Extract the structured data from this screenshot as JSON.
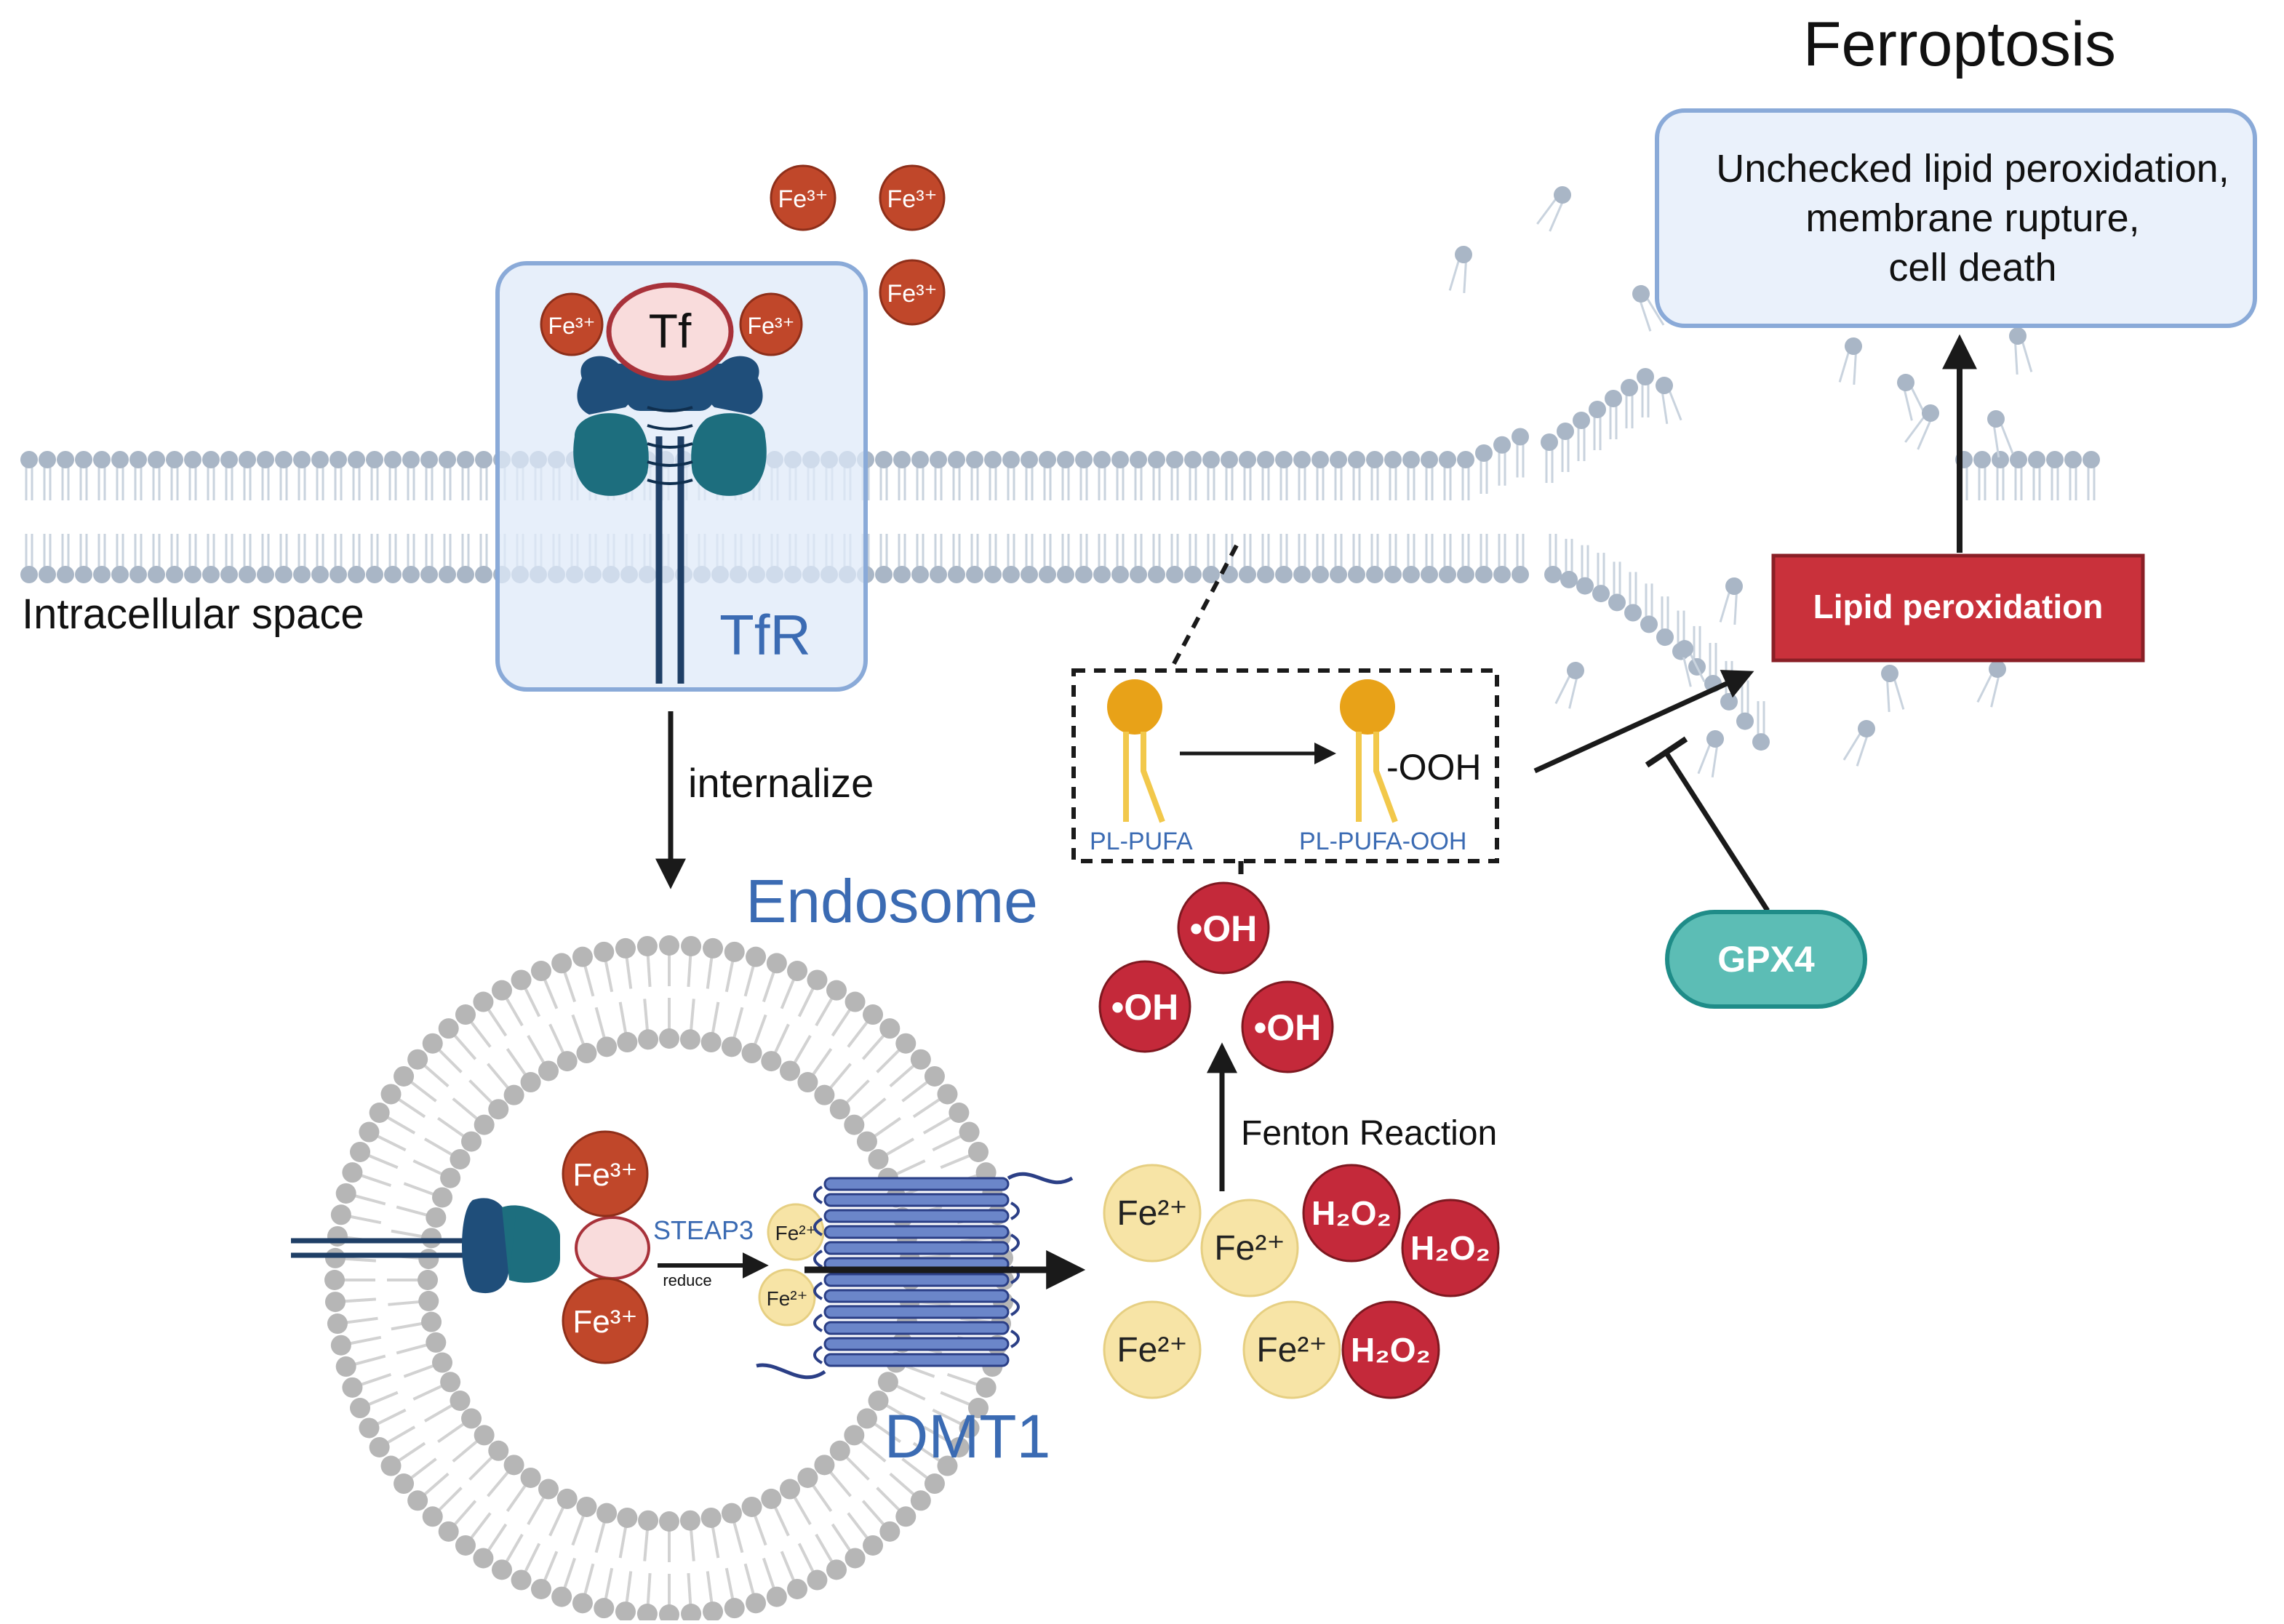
{
  "title": "Ferroptosis",
  "outcome_box": {
    "line1": "Unchecked lipid peroxidation,",
    "line2": "membrane rupture,",
    "line3": "cell death"
  },
  "iron": {
    "fe3": "Fe³⁺",
    "fe2": "Fe²⁺"
  },
  "transferrin": "Tf",
  "receptor": "TfR",
  "intracellular": "Intracellular space",
  "internalize": "internalize",
  "endosome": "Endosome",
  "steap3": "STEAP3",
  "reduce": "reduce",
  "dmt1": "DMT1",
  "fenton": "Fenton Reaction",
  "hydroxyl": "•OH",
  "h2o2": "H₂O₂",
  "pl_pufa": "PL-PUFA",
  "pl_pufa_ooh": "PL-PUFA-OOH",
  "ooh": "-OOH",
  "lipid_peroxidation": "Lipid peroxidation",
  "gpx4": "GPX4",
  "colors": {
    "membrane_head": "#a9b6c6",
    "membrane_tail": "#c9d3de",
    "endo_head": "#b6b6b6",
    "fe3": "#c0472a",
    "fe2": "#f7e4a6",
    "oh_red": "#c4293a",
    "receptor_dark": "#1f4e7a",
    "receptor_teal": "#1d6e7e",
    "box_blue": "#eaf1fb",
    "box_border": "#7e9fd1",
    "lipid_red": "#c9313b",
    "gpx4_fill": "#5cbdb5",
    "text_blue": "#3b6bb3",
    "pl_orange": "#e8a218"
  }
}
